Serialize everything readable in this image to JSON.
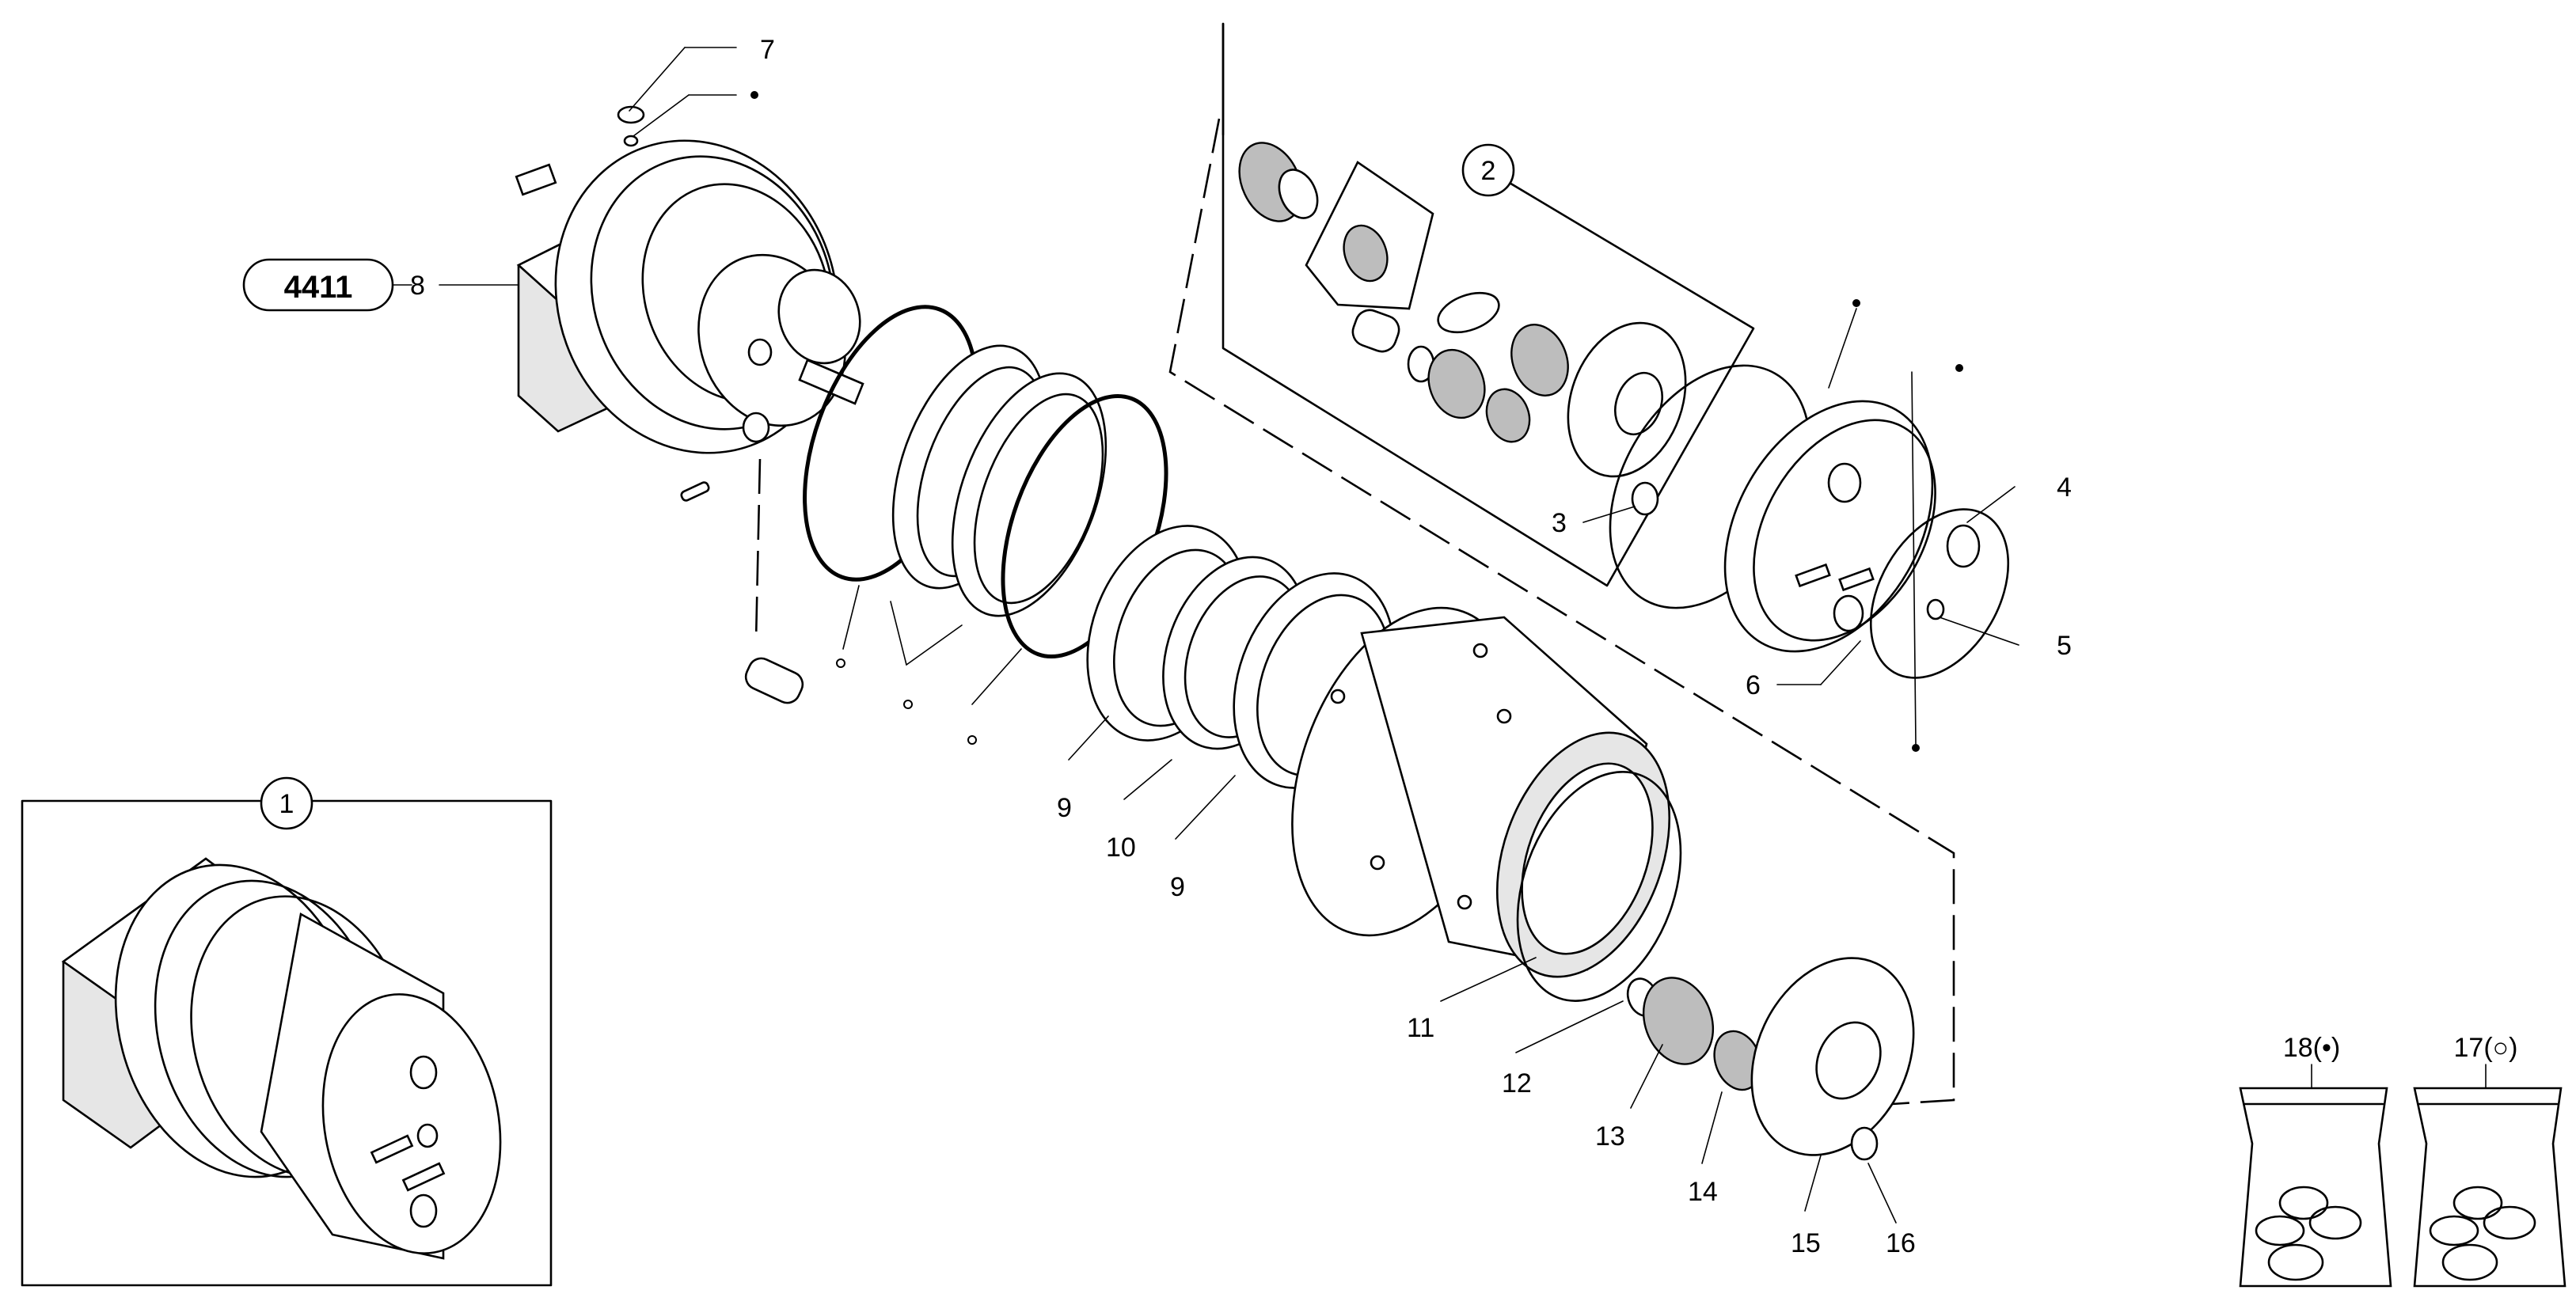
{
  "diagram": {
    "type": "exploded parts view",
    "reference_box": {
      "label": "4411"
    },
    "assembly_bubbles": [
      "1",
      "2"
    ],
    "callouts": {
      "item_3": "3",
      "item_4": "4",
      "item_5": "5",
      "item_6": "6",
      "item_7": "7",
      "item_8": "8",
      "item_9a": "9",
      "item_10": "10",
      "item_9b": "9",
      "item_11": "11",
      "item_12": "12",
      "item_13": "13",
      "item_14": "14",
      "item_15": "15",
      "item_16": "16"
    },
    "kits": [
      {
        "label": "18(•)"
      },
      {
        "label": "17(○)"
      }
    ]
  }
}
